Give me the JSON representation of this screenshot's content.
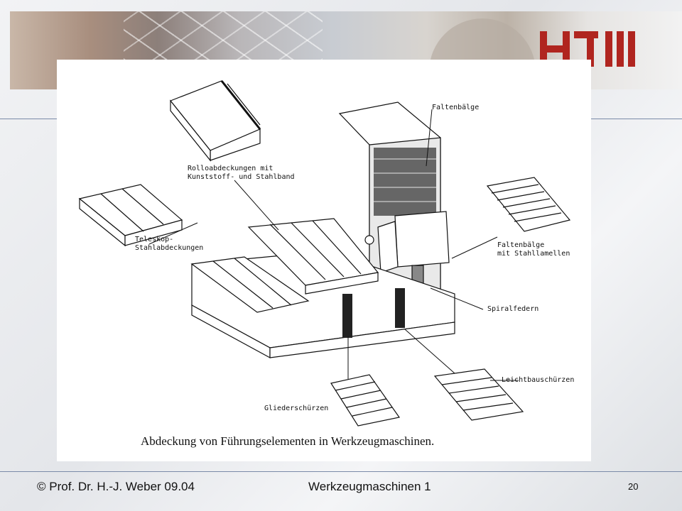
{
  "logo_text": "HTW",
  "figure": {
    "labels": {
      "faltenbaelge": "Faltenbälge",
      "rollo": "Rolloabdeckungen mit\nKunststoff- und Stahlband",
      "teleskop": "Teleskop-\nStahlabdeckungen",
      "faltenbaelge_lamellen": "Faltenbälge\nmit Stahllamellen",
      "spiralfedern": "Spiralfedern",
      "leichtbau": "Leichtbauschürzen",
      "glieder": "Gliederschürzen"
    },
    "caption": "Abdeckung von Führungselementen in Werkzeugmaschinen."
  },
  "footer": {
    "author": "© Prof. Dr. H.-J. Weber 09.04",
    "course": "Werkzeugmaschinen 1",
    "page": "20"
  }
}
